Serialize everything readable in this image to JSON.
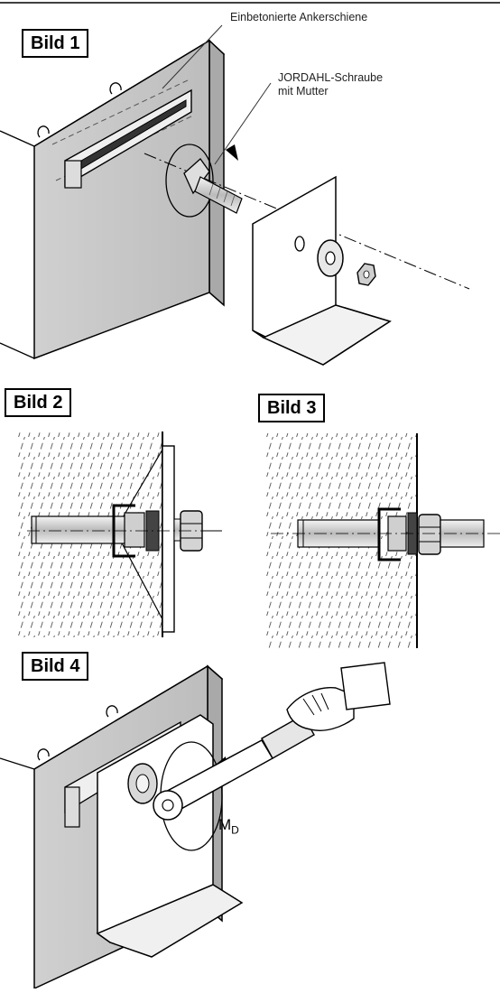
{
  "figure1": {
    "title": "Bild 1",
    "annotation_rail": "Einbetonierte Ankerschiene",
    "annotation_bolt_line1": "JORDAHL-Schraube",
    "annotation_bolt_line2": "mit Mutter"
  },
  "figure2": {
    "title": "Bild 2"
  },
  "figure3": {
    "title": "Bild 3"
  },
  "figure4": {
    "title": "Bild 4",
    "torque_label": "M",
    "torque_subscript": "D"
  }
}
